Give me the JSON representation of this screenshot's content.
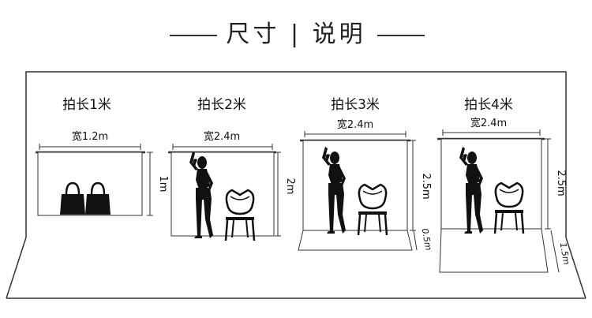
{
  "header": {
    "title": "尺寸 | 说明"
  },
  "panels": [
    {
      "title": "拍长1米",
      "width_label": "宽1.2m",
      "height_label": "1m",
      "floor_label": ""
    },
    {
      "title": "拍长2米",
      "width_label": "宽2.4m",
      "height_label": "2m",
      "floor_label": ""
    },
    {
      "title": "拍长3米",
      "width_label": "宽2.4m",
      "height_label": "2.5m",
      "floor_label": "0.5m"
    },
    {
      "title": "拍长4米",
      "width_label": "宽2.4m",
      "height_label": "2.5m",
      "floor_label": "1.5m"
    }
  ],
  "icons": [
    "handbag-icon",
    "woman-silhouette-icon",
    "chair-icon"
  ],
  "colors": {
    "line": "#333333",
    "silhouette": "#111111",
    "background": "#ffffff"
  }
}
